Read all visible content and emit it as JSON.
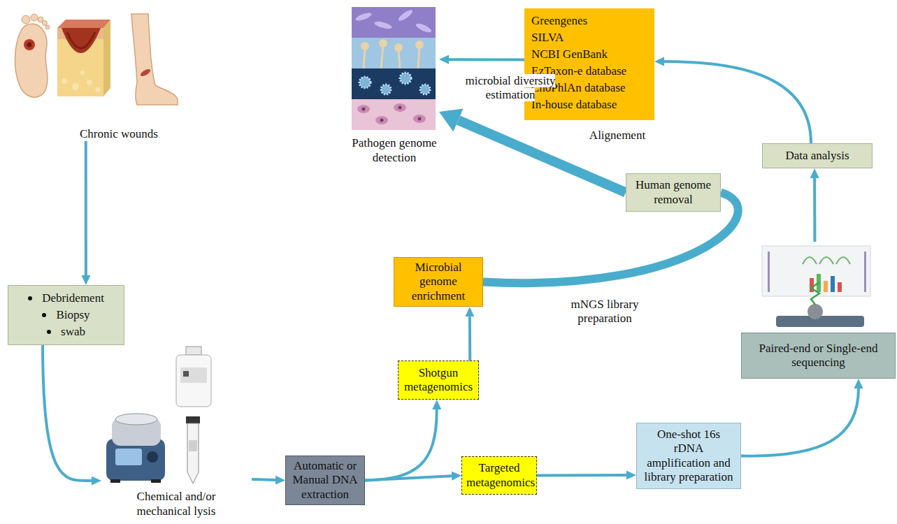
{
  "diagram": {
    "nodes": [
      {
        "text": [
          "Chronic wounds"
        ]
      },
      {
        "text": [
          "Debridement",
          "Biopsy",
          "swab"
        ]
      },
      {
        "text": [
          "Chemical and/or mechanical lysis"
        ]
      },
      {
        "text": [
          "Automatic or Manual DNA extraction"
        ]
      },
      {
        "text": [
          "Shotgun metagenomics"
        ]
      },
      {
        "text": [
          "Targeted metagenomics"
        ]
      },
      {
        "text": [
          "Microbial genome enrichment"
        ]
      },
      {
        "text": [
          "Human genome removal"
        ]
      },
      {
        "text": [
          "Pathogen genome detection"
        ]
      },
      {
        "text": [
          "Greengenes",
          "SILVA",
          "NCBI GenBank",
          "EzTaxon-e database",
          "ChoPhlAn database",
          "In-house database"
        ]
      },
      {
        "text": [
          "Data analysis"
        ]
      },
      {
        "text": [
          "Paired-end or Single-end sequencing"
        ]
      },
      {
        "text": [
          "One-shot 16s rDNA amplification and library preparation"
        ]
      }
    ],
    "edges": [
      {
        "from": 0,
        "to": 1,
        "arrow": "to"
      },
      {
        "from": 1,
        "to": 2,
        "arrow": "to"
      },
      {
        "from": 2,
        "to": 3,
        "arrow": "to"
      },
      {
        "from": 3,
        "to": 4,
        "arrow": "to"
      },
      {
        "from": 3,
        "to": 5,
        "arrow": "to"
      },
      {
        "from": 4,
        "to": 6,
        "arrow": "to"
      },
      {
        "from": 6,
        "to": 7,
        "label": "mNGS library preparation",
        "arrow": "none"
      },
      {
        "from": 7,
        "to": 8,
        "arrow": "to"
      },
      {
        "from": 5,
        "to": 12,
        "arrow": "to"
      },
      {
        "from": 12,
        "to": 11,
        "arrow": "to"
      },
      {
        "from": 11,
        "to": 10,
        "arrow": "to"
      },
      {
        "from": 10,
        "to": 9,
        "arrow": "to"
      },
      {
        "from": 9,
        "to": 8,
        "label": "microbial diversity estimation",
        "arrow": "to"
      }
    ],
    "labels": [
      "Alignement"
    ]
  }
}
